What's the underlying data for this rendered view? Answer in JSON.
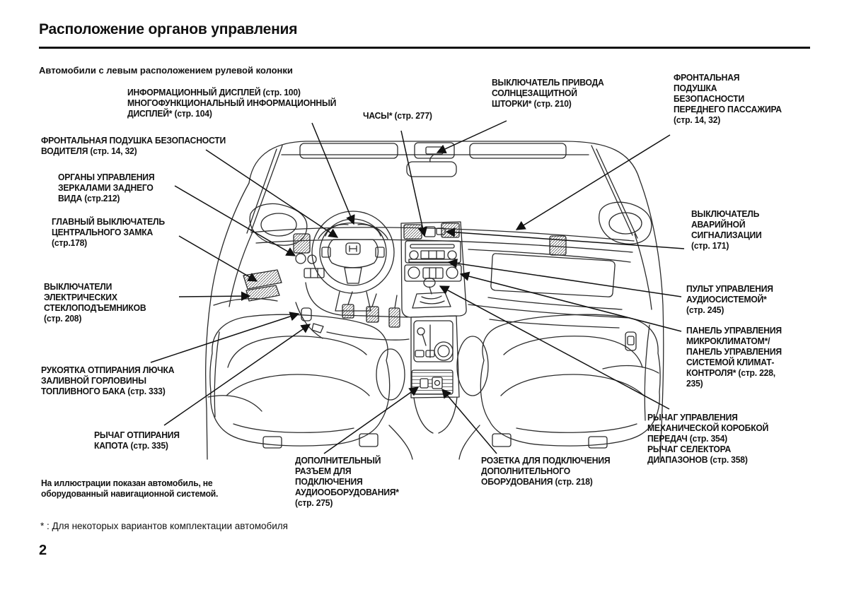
{
  "header": {
    "title": "Расположение органов управления",
    "subtitle": "Автомобили с левым расположением рулевой колонки"
  },
  "labels": {
    "info_display": [
      "ИНФОРМАЦИОННЫЙ ДИСПЛЕЙ (стр. 100)",
      "МНОГОФУНКЦИОНАЛЬНЫЙ ИНФОРМАЦИОННЫЙ",
      "ДИСПЛЕЙ* (стр. 104)"
    ],
    "driver_airbag": [
      "ФРОНТАЛЬНАЯ ПОДУШКА БЕЗОПАСНОСТИ",
      "ВОДИТЕЛЯ (стр. 14, 32)"
    ],
    "mirror_controls": [
      "ОРГАНЫ УПРАВЛЕНИЯ",
      "ЗЕРКАЛАМИ ЗАДНЕГО",
      "ВИДА (стр.212)"
    ],
    "central_lock": [
      "ГЛАВНЫЙ ВЫКЛЮЧАТЕЛЬ",
      "ЦЕНТРАЛЬНОГО ЗАМКА",
      "(стр.178)"
    ],
    "window_switches": [
      "ВЫКЛЮЧАТЕЛИ",
      "ЭЛЕКТРИЧЕСКИХ",
      "СТЕКЛОПОДЪЕМНИКОВ",
      "(стр. 208)"
    ],
    "fuel_release": [
      "РУКОЯТКА ОТПИРАНИЯ ЛЮЧКА",
      "ЗАЛИВНОЙ ГОРЛОВИНЫ",
      "ТОПЛИВНОГО БАКА (стр. 333)"
    ],
    "hood_release": [
      "РЫЧАГ ОТПИРАНИЯ",
      "КАПОТА (стр. 335)"
    ],
    "illustration_note": [
      "На иллюстрации показан автомобиль, не",
      "оборудованный навигационной системой."
    ],
    "clock": [
      "ЧАСЫ* (стр. 277)"
    ],
    "sunshade": [
      "ВЫКЛЮЧАТЕЛЬ ПРИВОДА",
      "СОЛНЦЕЗАЩИТНОЙ",
      "ШТОРКИ* (стр. 210)"
    ],
    "passenger_airbag": [
      "ФРОНТАЛЬНАЯ",
      "ПОДУШКА",
      "БЕЗОПАСНОСТИ",
      "ПЕРЕДНЕГО ПАССАЖИРА",
      "(стр. 14, 32)"
    ],
    "hazard": [
      "ВЫКЛЮЧАТЕЛЬ",
      "АВАРИЙНОЙ",
      "СИГНАЛИЗАЦИИ",
      "(стр. 171)"
    ],
    "audio_remote": [
      "ПУЛЬТ УПРАВЛЕНИЯ",
      "АУДИОСИСТЕМОЙ*",
      "(стр. 245)"
    ],
    "climate": [
      "ПАНЕЛЬ УПРАВЛЕНИЯ",
      "МИКРОКЛИМАТОМ*/",
      "ПАНЕЛЬ УПРАВЛЕНИЯ",
      "СИСТЕМОЙ КЛИМАТ-",
      "КОНТРОЛЯ* (стр. 228,",
      "235)"
    ],
    "shift_lever": [
      "РЫЧАГ УПРАВЛЕНИЯ",
      "МЕХАНИЧЕСКОЙ КОРОБКОЙ",
      "ПЕРЕДАЧ (стр. 354)",
      "РЫЧАГ СЕЛЕКТОРА",
      "ДИАПАЗОНОВ (стр. 358)"
    ],
    "aux_jack": [
      "ДОПОЛНИТЕЛЬНЫЙ",
      "РАЗЪЕМ ДЛЯ",
      "ПОДКЛЮЧЕНИЯ",
      "АУДИООБОРУДОВАНИЯ*",
      "(стр. 275)"
    ],
    "power_socket": [
      "РОЗЕТКА ДЛЯ ПОДКЛЮЧЕНИЯ",
      "ДОПОЛНИТЕЛЬНОГО",
      "ОБОРУДОВАНИЯ (стр. 218)"
    ]
  },
  "footer": {
    "footnote": "* : Для некоторых вариантов комплектации автомобиля",
    "page_number": "2"
  },
  "colors": {
    "ink": "#111111",
    "line_art": "#2b2b2b",
    "paper": "#ffffff"
  }
}
